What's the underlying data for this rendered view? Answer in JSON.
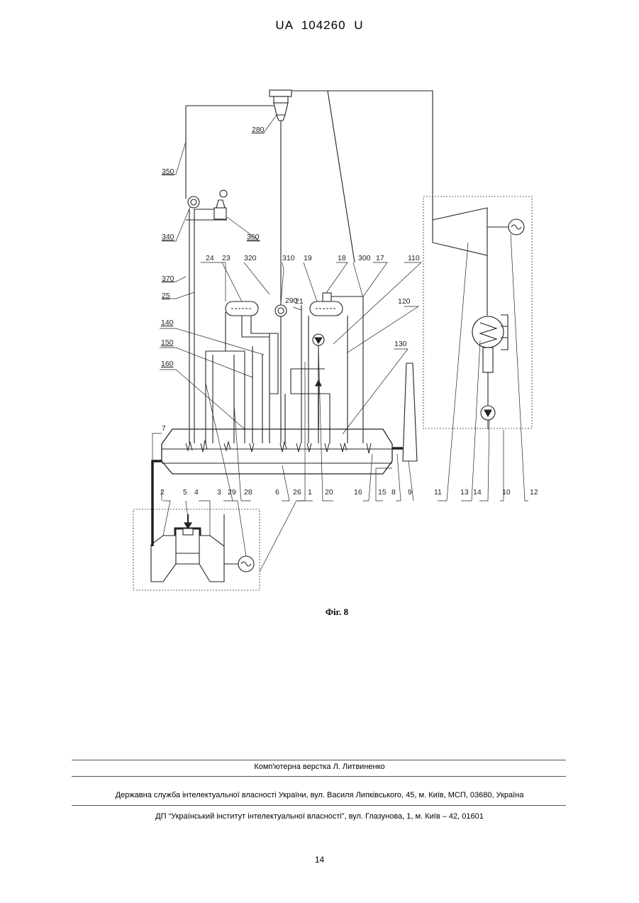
{
  "header": {
    "patent_number": "UA 104260 U"
  },
  "figure": {
    "caption": "Фіг. 8",
    "labels": {
      "l280": "280",
      "l350": "350",
      "l340": "340",
      "l360": "360",
      "l370": "370",
      "l25": "25",
      "l24": "24",
      "l23": "23",
      "l320": "320",
      "l310": "310",
      "l19": "19",
      "l18": "18",
      "l300": "300",
      "l17": "17",
      "l110": "110",
      "l290": "290",
      "l21": "21",
      "l120": "120",
      "l140": "140",
      "l150": "150",
      "l130": "130",
      "l160": "160",
      "l7": "7",
      "l2": "2",
      "l5": "5",
      "l4": "4",
      "l3": "3",
      "l29": "29",
      "l28": "28",
      "l6": "6",
      "l26": "26",
      "l1": "1",
      "l20": "20",
      "l16": "16",
      "l15": "15",
      "l8": "8",
      "l9": "9",
      "l11": "11",
      "l13": "13",
      "l14": "14",
      "l10": "10",
      "l12": "12"
    }
  },
  "footer": {
    "layout": "Комп'ютерна верстка Л. Литвиненко",
    "service": "Державна служба інтелектуальної власності України, вул. Василя Липківського, 45, м. Київ, МСП, 03680, Україна",
    "institute": "ДП “Український інститут інтелектуальної власності”, вул. Глазунова, 1, м. Київ – 42, 01601",
    "page_number": "14"
  }
}
